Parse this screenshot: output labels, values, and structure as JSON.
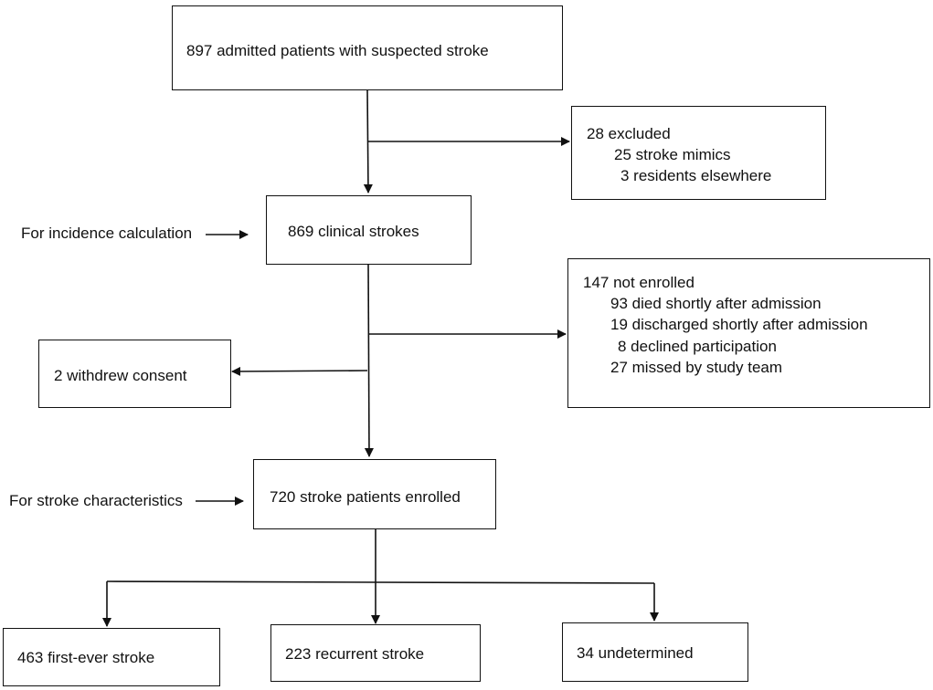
{
  "boxes": {
    "admitted": "897 admitted patients with suspected stroke",
    "excluded": {
      "title": "28 excluded",
      "items": [
        "25 stroke mimics",
        "3 residents elsewhere"
      ]
    },
    "clinical": "869 clinical strokes",
    "not_enrolled": {
      "title": "147 not enrolled",
      "items": [
        "93 died shortly after admission",
        "19 discharged shortly after admission",
        "8 declined participation",
        "27 missed by study team"
      ]
    },
    "withdrew": "2 withdrew consent",
    "enrolled": "720 stroke patients enrolled",
    "first_ever": "463 first-ever stroke",
    "recurrent": "223 recurrent stroke",
    "undetermined": "34 undetermined"
  },
  "side_labels": {
    "incidence": "For incidence calculation",
    "characteristics": "For stroke characteristics"
  }
}
